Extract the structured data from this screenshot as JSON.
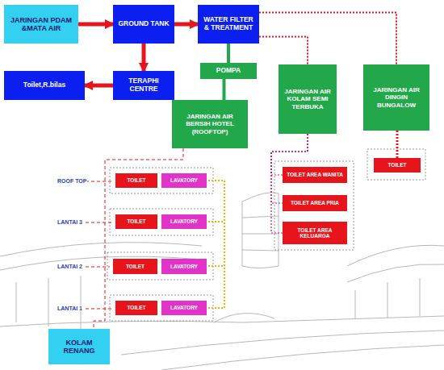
{
  "diagram": {
    "nodes": [
      {
        "text": [
          "JARINGAN PDAM &MATA AIR"
        ]
      },
      {
        "text": [
          "GROUND TANK"
        ]
      },
      {
        "text": [
          "WATER FILTER & TREATMENT"
        ]
      },
      {
        "text": [
          "POMPA"
        ]
      },
      {
        "text": [
          "TERAPHI CENTRE"
        ]
      },
      {
        "text": [
          "Toilet,R.bilas"
        ]
      },
      {
        "text": [
          "JARINGAN AIR BERSIH HOTEL (ROOFTOP)"
        ]
      },
      {
        "text": [
          "JARINGAN AIR KOLAM SEMI TERBUKA"
        ]
      },
      {
        "text": [
          "JARINGAN AIR DINGIN BUNGALOW"
        ]
      },
      {
        "text": [
          "TOILET"
        ]
      },
      {
        "text": [
          "LAVATORY"
        ]
      },
      {
        "text": [
          "TOILET"
        ]
      },
      {
        "text": [
          "LAVATORY"
        ]
      },
      {
        "text": [
          "TOILET"
        ]
      },
      {
        "text": [
          "LAVATORY"
        ]
      },
      {
        "text": [
          "TOILET"
        ]
      },
      {
        "text": [
          "LAVATORY"
        ]
      },
      {
        "text": [
          "TOILET AREA WANITA"
        ]
      },
      {
        "text": [
          "TOILET AREA PRIA"
        ]
      },
      {
        "text": [
          "TOILET AREA KELUARGA"
        ]
      },
      {
        "text": [
          "TOILET"
        ]
      },
      {
        "text": [
          "KOLAM RENANG"
        ]
      }
    ],
    "edges": [
      {
        "from": 0,
        "to": 1,
        "arrow": "to"
      },
      {
        "from": 1,
        "to": 2,
        "arrow": "to"
      },
      {
        "from": 1,
        "to": 4,
        "arrow": "to"
      },
      {
        "from": 4,
        "to": 5,
        "arrow": "to"
      },
      {
        "from": 2,
        "to": 3,
        "arrow": "none"
      },
      {
        "from": 3,
        "to": 6,
        "arrow": "none"
      },
      {
        "from": 2,
        "to": 7,
        "arrow": "none"
      },
      {
        "from": 2,
        "to": 8,
        "arrow": "none"
      },
      {
        "from": 8,
        "to": 20,
        "arrow": "none"
      },
      {
        "from": 7,
        "to": 17,
        "arrow": "none"
      },
      {
        "from": 7,
        "to": 18,
        "arrow": "none"
      },
      {
        "from": 7,
        "to": 19,
        "arrow": "none"
      },
      {
        "from": 6,
        "to": 21,
        "arrow": "none"
      }
    ],
    "labels": [
      "ROOF TOP",
      "LANTAI 3",
      "LANTAI 2",
      "LANTAI 1"
    ]
  }
}
